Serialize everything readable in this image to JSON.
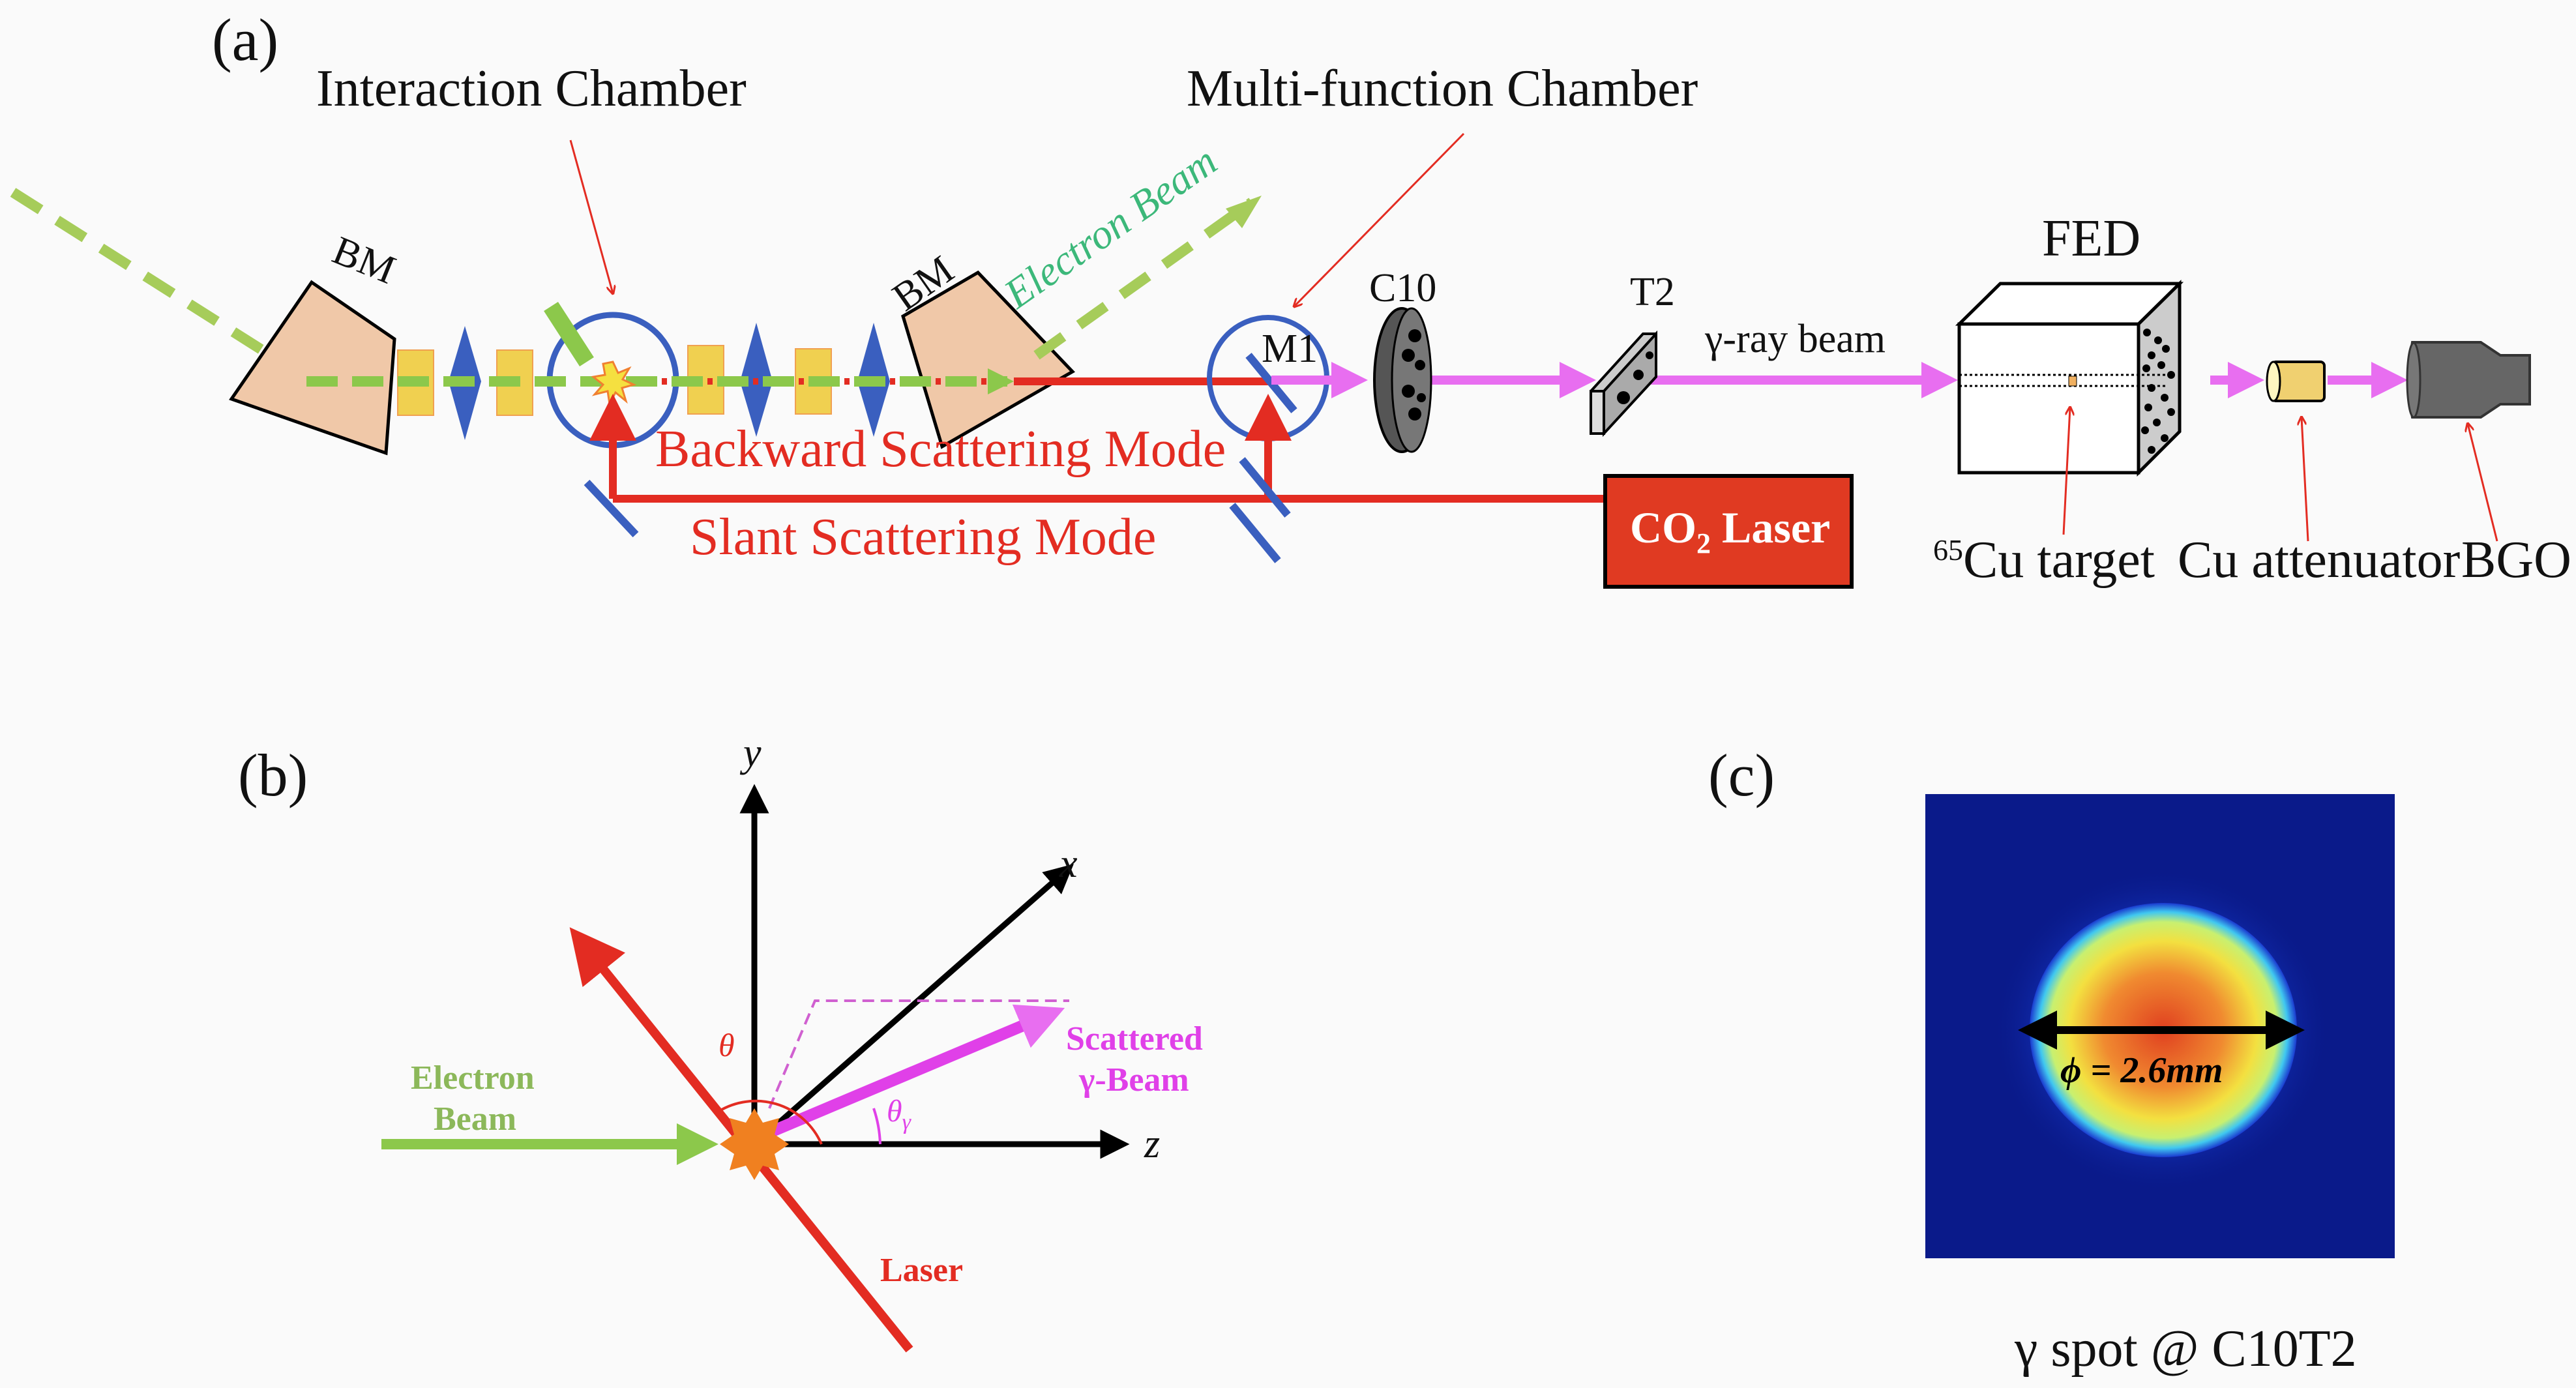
{
  "panels": {
    "a": "(a)",
    "b": "(b)",
    "c": "(c)"
  },
  "panel_a": {
    "interaction_chamber": "Interaction Chamber",
    "multifunction_chamber": "Multi-function Chamber",
    "bm_left": "BM",
    "bm_right": "BM",
    "electron_beam": "Electron Beam",
    "m1": "M1",
    "c10": "C10",
    "t2": "T2",
    "gamma_beam": "γ-ray beam",
    "fed": "FED",
    "backward_mode": "Backward Scattering Mode",
    "slant_mode": "Slant Scattering Mode",
    "laser_box": {
      "main": "CO",
      "sub": "2",
      "rest": " Laser"
    },
    "cu_target": {
      "sup": "65",
      "text": "Cu target"
    },
    "cu_attenuator": "Cu attenuator",
    "bgo": "BGO"
  },
  "panel_b": {
    "y_axis": "y",
    "x_axis": "x",
    "z_axis": "z",
    "theta": "θ",
    "theta_gamma": "θ",
    "theta_gamma_sub": "γ",
    "electron_beam_l1": "Electron",
    "electron_beam_l2": "Beam",
    "scattered_l1": "Scattered",
    "scattered_l2": "γ-Beam",
    "laser": "Laser"
  },
  "panel_c": {
    "diameter_label": "ϕ = 2.6mm",
    "caption": "γ spot @ C10T2"
  },
  "colors": {
    "electron": "#8cc84b",
    "laser": "#e32c22",
    "gamma": "#e86ef0",
    "magnet": "#f0c8a8",
    "quad_yellow": "#f0d050",
    "lens_blue": "#3a5fbf",
    "spot_bg": "#0a1a8a"
  }
}
